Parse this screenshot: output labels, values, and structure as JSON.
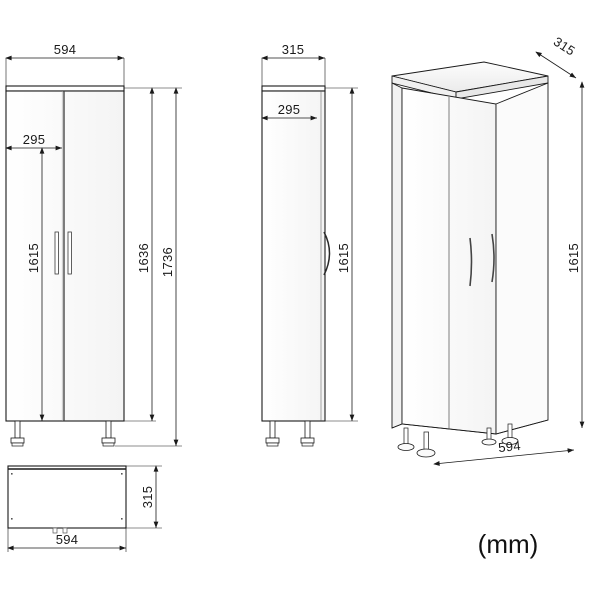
{
  "drawing": {
    "unit_label": "(mm)",
    "views": {
      "front": {
        "name": "front-elevation",
        "dimensions": {
          "overall_width": "594",
          "door_width": "295",
          "door_height": "1615",
          "cabinet_height": "1636",
          "total_height": "1736"
        }
      },
      "side": {
        "name": "side-elevation",
        "dimensions": {
          "overall_depth": "315",
          "inner_depth": "295",
          "door_height": "1615"
        }
      },
      "isometric": {
        "name": "isometric-view",
        "dimensions": {
          "depth": "315",
          "height": "1615",
          "width": "594"
        }
      },
      "plan": {
        "name": "top-plan-view",
        "dimensions": {
          "width": "594",
          "depth": "315"
        }
      }
    }
  }
}
